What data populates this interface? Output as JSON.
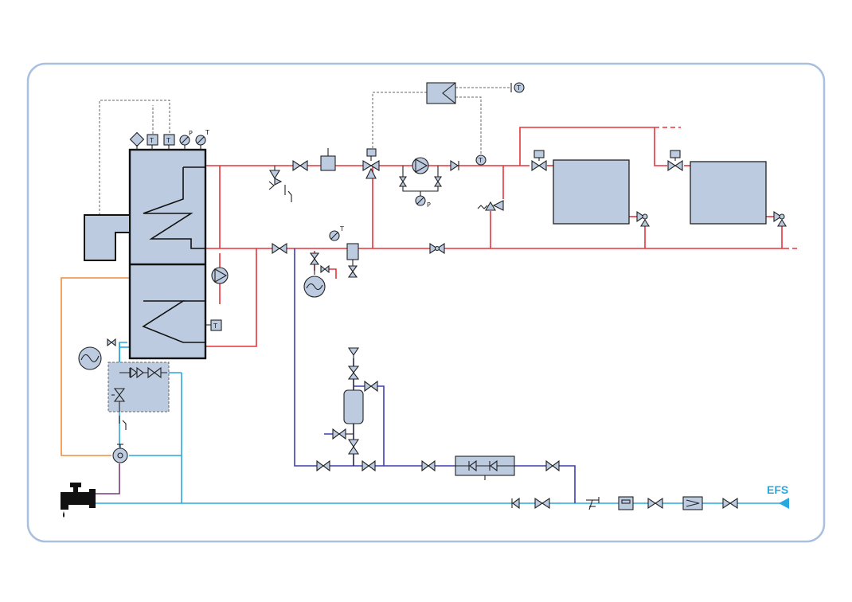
{
  "sensor_label_temperature": "T",
  "sensor_label_pressure": "P",
  "inlet_label": "EFS",
  "colors": {
    "hot_water": "#e8333a",
    "cold_water": "#27a9df",
    "filling_line": "#3c3fb0",
    "circulation": "#f08c3c",
    "drain": "#7a3b78",
    "component_fill": "#bccbe0",
    "frame": "#a9c0de"
  }
}
